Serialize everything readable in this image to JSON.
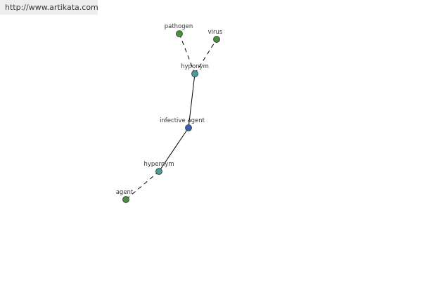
{
  "source_url": "http://www.artikata.com",
  "colors": {
    "center_node": "#3b5ea8",
    "hypernym_node": "#4a9a9a",
    "leaf_node": "#4a8f3e",
    "edge": "#000000",
    "banner_bg": "#eeeeee"
  },
  "nodes": [
    {
      "id": "center",
      "label": "infective agent",
      "kind": "center"
    },
    {
      "id": "hyponym_hub",
      "label": "hyponym",
      "kind": "relation"
    },
    {
      "id": "hypernym_hub",
      "label": "hypernym",
      "kind": "relation"
    },
    {
      "id": "pathogen",
      "label": "pathogen",
      "kind": "leaf"
    },
    {
      "id": "virus",
      "label": "virus",
      "kind": "leaf"
    },
    {
      "id": "agent",
      "label": "agent",
      "kind": "leaf"
    }
  ],
  "edges": [
    {
      "from": "center",
      "to": "hyponym_hub",
      "style": "solid"
    },
    {
      "from": "center",
      "to": "hypernym_hub",
      "style": "solid"
    },
    {
      "from": "hyponym_hub",
      "to": "pathogen",
      "style": "dashed"
    },
    {
      "from": "hyponym_hub",
      "to": "virus",
      "style": "dashed"
    },
    {
      "from": "hypernym_hub",
      "to": "agent",
      "style": "dashed"
    }
  ]
}
